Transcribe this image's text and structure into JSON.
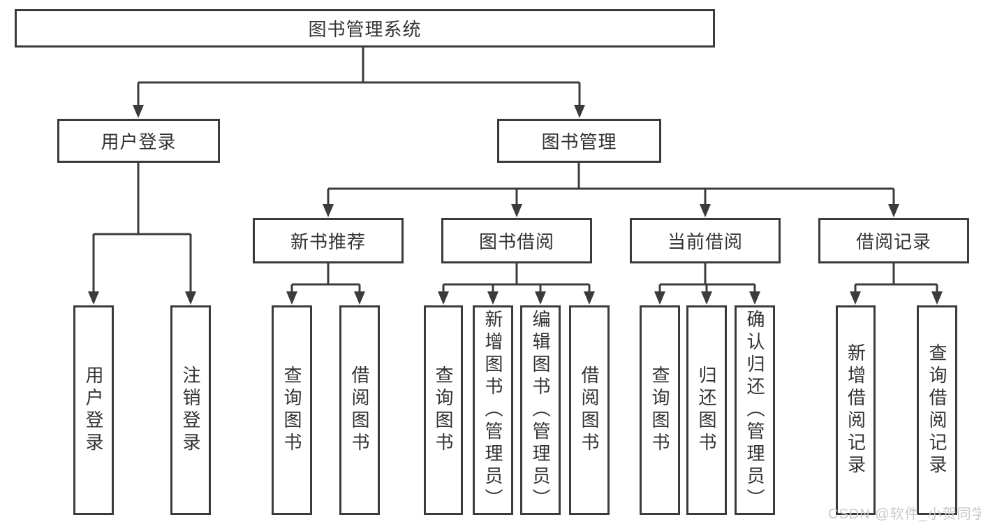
{
  "diagram": {
    "root": {
      "label": "图书管理系统"
    },
    "level2": {
      "user_login": "用户登录",
      "book_management": "图书管理"
    },
    "level3": {
      "new_book_recommend": "新书推荐",
      "book_borrow": "图书借阅",
      "current_borrow": "当前借阅",
      "borrow_record": "借阅记录"
    },
    "leaves": {
      "user_login": "用户登录",
      "logout": "注销登录",
      "nb_query": "查询图书",
      "nb_borrow": "借阅图书",
      "bb_query": "查询图书",
      "bb_add": "新增图书（管理员）",
      "bb_edit": "编辑图书（管理员）",
      "bb_borrow": "借阅图书",
      "cb_query": "查询图书",
      "cb_return": "归还图书",
      "cb_confirm": "确认归还（管理员）",
      "br_add": "新增借阅记录",
      "br_query": "查询借阅记录"
    },
    "watermark": "CSDN @软件_小贺同学",
    "colors": {
      "line": "#3b3b3b",
      "text": "#333333",
      "watermark": "#c9c9c9"
    }
  }
}
